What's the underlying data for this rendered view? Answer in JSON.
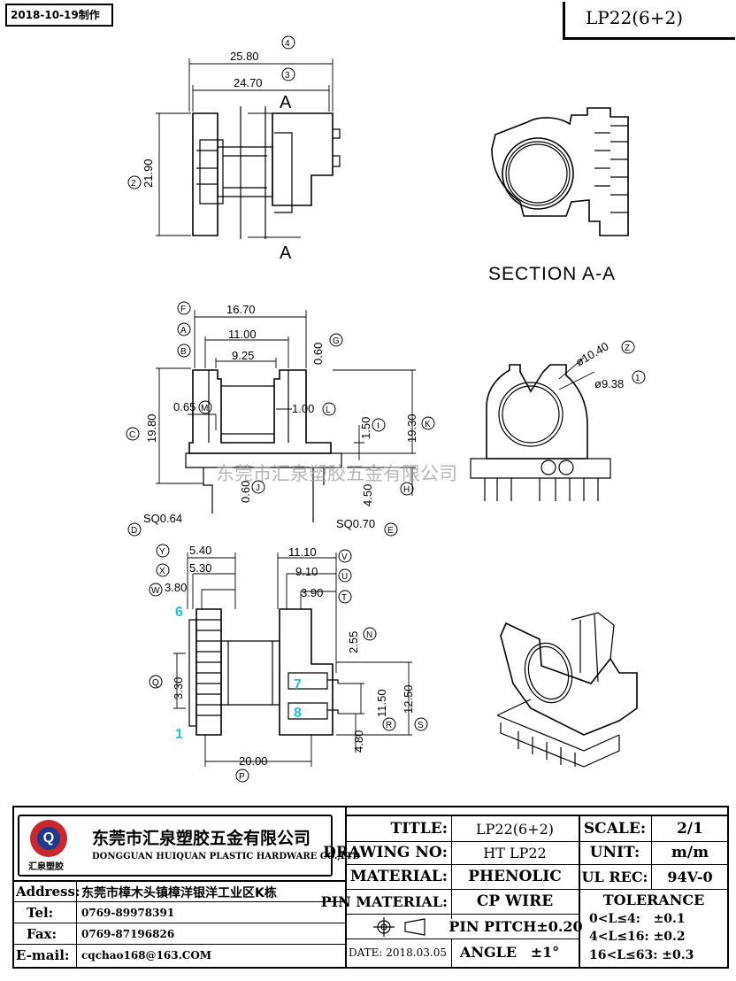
{
  "header": {
    "date_stamp": "2018-10-19制作",
    "part_title": "LP22(6+2)"
  },
  "section_label": "SECTION A-A",
  "section_mark": "A",
  "dims": {
    "d258": "25.80",
    "d247": "24.70",
    "d219": "21.90",
    "d167": "16.70",
    "d110": "11.00",
    "d925": "9.25",
    "d060": "0.60",
    "d198": "19.80",
    "d193": "19.30",
    "d065": "0.65",
    "d100": "1.00",
    "d150": "1.50",
    "d060b": "0.60",
    "d450": "4.50",
    "sq064": "SQ0.64",
    "sq070": "SQ0.70",
    "dia1040": "ø10.40",
    "dia938": "ø9.38",
    "d540": "5.40",
    "d530": "5.30",
    "d380": "3.80",
    "d330": "3.30",
    "d1110": "11.10",
    "d910": "9.10",
    "d390": "3.90",
    "d255": "2.55",
    "d1150": "11.50",
    "d1250": "12.50",
    "d480": "4.80",
    "d2000": "20.00"
  },
  "balloons": {
    "n4": "4",
    "n3": "3",
    "n2": "2",
    "F": "F",
    "A": "A",
    "B": "B",
    "G": "G",
    "C": "C",
    "M": "M",
    "L": "L",
    "I": "I",
    "K": "K",
    "J": "J",
    "H": "H",
    "D": "D",
    "E": "E",
    "Z": "Z",
    "n1": "1",
    "Y": "Y",
    "X": "X",
    "W": "W",
    "V": "V",
    "U": "U",
    "T": "T",
    "N": "N",
    "Q": "Q",
    "R": "R",
    "S": "S",
    "P": "P"
  },
  "pins": {
    "p6": "6",
    "p7": "7",
    "p8": "8",
    "p1": "1"
  },
  "watermark": "东莞市汇泉塑胶五金有限公司",
  "company": {
    "name_cn": "东莞市汇泉塑胶五金有限公司",
    "name_en": "DONGGUAN HUIQUAN PLASTIC HARDWARE CO.,LTD",
    "logo_text": "汇泉塑胶",
    "address_label": "Address:",
    "address": "东莞市樟木头镇樟洋银洋工业区K栋",
    "tel_label": "Tel:",
    "tel": "0769-89978391",
    "fax_label": "Fax:",
    "fax": "0769-87196826",
    "email_label": "E-mail:",
    "email": "cqchao168@163.COM"
  },
  "titleblock": {
    "title_label": "TITLE:",
    "title": "LP22(6+2)",
    "drawing_no_label": "DRAWING NO:",
    "drawing_no": "HT LP22",
    "material_label": "MATERIAL:",
    "material": "PHENOLIC",
    "pin_material_label": "PIN MATERIAL:",
    "pin_material": "CP WIRE",
    "pin_pitch": "PIN PITCH±0.20",
    "date": "DATE: 2018.03.05",
    "angle_label": "ANGLE",
    "angle": "±1°",
    "scale_label": "SCALE:",
    "scale": "2/1",
    "unit_label": "UNIT:",
    "unit": "m/m",
    "ul_label": "UL REC:",
    "ul": "94V-0",
    "tolerance_label": "TOLERANCE",
    "tol1": "0<L≤4:   ±0.1",
    "tol2": "4<L≤16: ±0.2",
    "tol3": "16<L≤63: ±0.3"
  },
  "colors": {
    "ink": "#000000",
    "logo_red": "#c8282d",
    "logo_blue": "#1b3b8f",
    "pin_cyan": "#27c0d8"
  }
}
